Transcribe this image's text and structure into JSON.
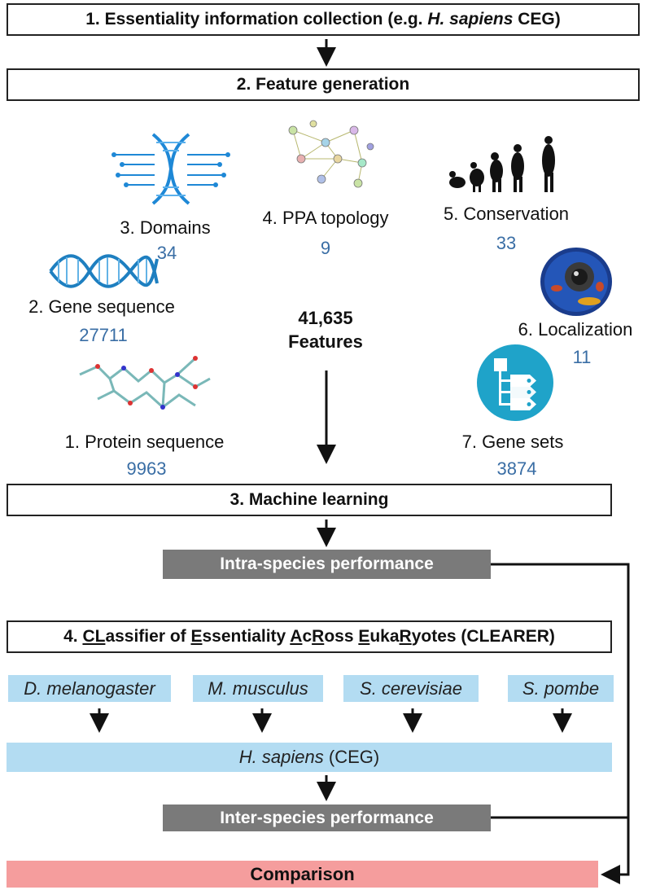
{
  "steps": {
    "step1": {
      "prefix": "1. Essentiality information collection (e.g. ",
      "species": "H. sapiens",
      "suffix": " CEG)"
    },
    "step2": "2. Feature generation",
    "step3": "3. Machine learning",
    "step4": {
      "p1": "4. ",
      "u1": "CL",
      "p2": "assifier of ",
      "u2": "E",
      "p3": "ssentiality ",
      "u3": "A",
      "p4": "c",
      "u4": "R",
      "p5": "oss ",
      "u5": "E",
      "p6": "uka",
      "u6": "R",
      "p7": "yotes (CLEARER)"
    }
  },
  "features": [
    {
      "label": "3. Domains",
      "count": "34",
      "icon": "dna-circuit-icon"
    },
    {
      "label": "4. PPA topology",
      "count": "9",
      "icon": "network-graph-icon"
    },
    {
      "label": "5. Conservation",
      "count": "33",
      "icon": "evolution-icon"
    },
    {
      "label": "2. Gene sequence",
      "count": "27711",
      "icon": "dna-helix-icon"
    },
    {
      "label": "6. Localization",
      "count": "11",
      "icon": "cell-icon"
    },
    {
      "label": "1. Protein sequence",
      "count": "9963",
      "icon": "protein-structure-icon"
    },
    {
      "label": "7. Gene sets",
      "count": "3874",
      "icon": "gene-set-icon"
    }
  ],
  "total": {
    "number": "41,635",
    "label": "Features"
  },
  "intra_performance": "Intra-species performance",
  "inter_performance": "Inter-species performance",
  "species": [
    "D. melanogaster",
    "M. musculus",
    "S. cerevisiae",
    "S. pombe"
  ],
  "target": {
    "species": "H. sapiens",
    "suffix": " (CEG)"
  },
  "comparison": "Comparison",
  "colors": {
    "gray_box": "#7a7a7a",
    "species_box": "#b3dcf2",
    "comparison_box": "#f59d9d",
    "count_text": "#3a6ea5"
  }
}
